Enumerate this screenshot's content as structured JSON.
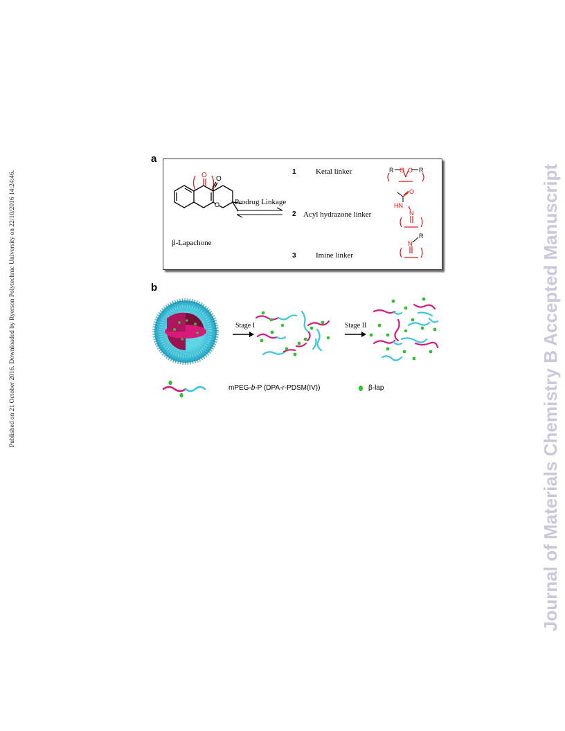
{
  "sidebar": {
    "published_note": "Published on 21 October 2016. Downloaded by Ryerson Polytechnic University on 22/10/2016 14:24:46.",
    "journal_watermark": "Journal of Materials Chemistry B Accepted Manuscript"
  },
  "figure": {
    "panel_a": {
      "letter": "a",
      "molecule_name": "β-Lapachone",
      "arrow_label": "Prodrug Linkage",
      "linkers": [
        {
          "number": "1",
          "name": "Ketal linker"
        },
        {
          "number": "2",
          "name": "Acyl hydrazone linker"
        },
        {
          "number": "3",
          "name": "Imine linker"
        }
      ],
      "struct_labels": {
        "r": "R",
        "o": "O",
        "hn": "HN",
        "n": "N"
      }
    },
    "panel_b": {
      "letter": "b",
      "stage1": "Stage I",
      "stage2": "Stage II",
      "legend_polymer_parts": [
        "mPEG-",
        "b",
        "-P (DPA-",
        "r",
        "-PDSM(IV))"
      ],
      "legend_drug": "β-lap"
    },
    "colors": {
      "peg": "#3ec6dc",
      "core": "#d81b7a",
      "drug": "#2fbf2f",
      "linker_red": "#e01818"
    }
  }
}
